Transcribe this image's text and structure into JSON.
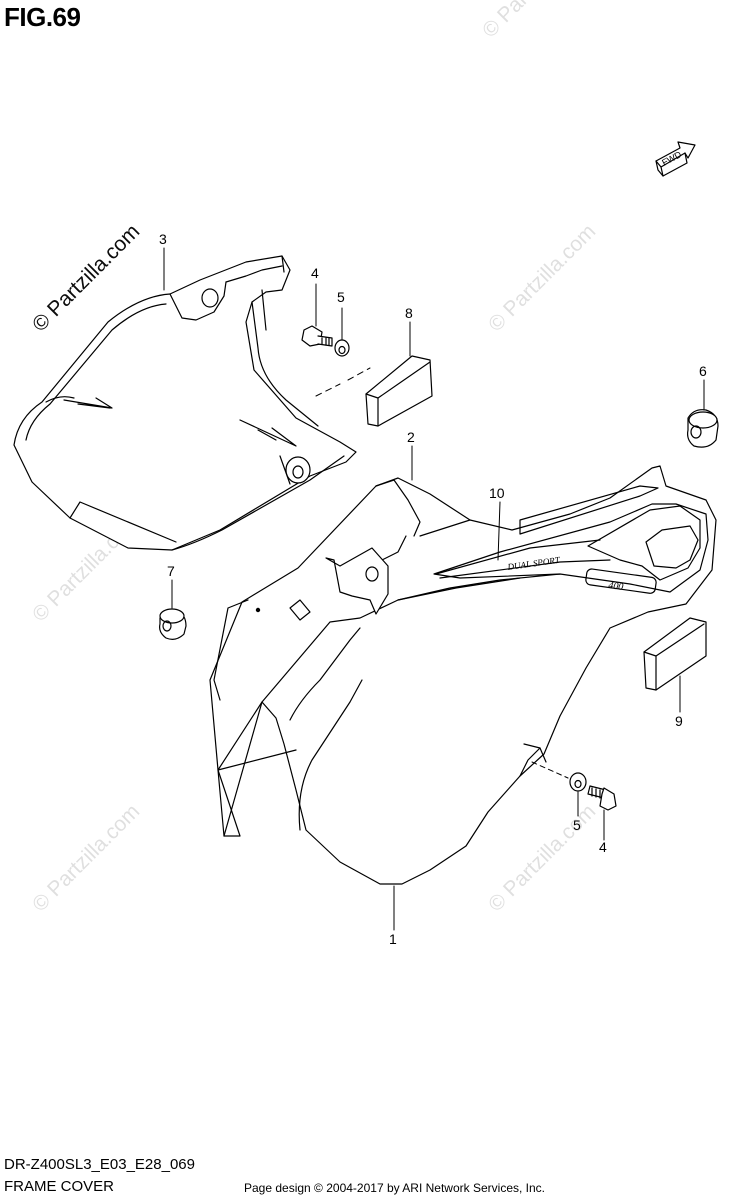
{
  "figure": {
    "title": "FIG.69"
  },
  "watermark": {
    "text": "© Partzilla.com"
  },
  "fwd_label": "FWD",
  "callouts": [
    "1",
    "2",
    "3",
    "4",
    "5",
    "6",
    "7",
    "8",
    "9",
    "10",
    "4",
    "5"
  ],
  "decal": {
    "text_1": "DUAL SPORT",
    "text_2": "400"
  },
  "footer": {
    "model_code": "DR-Z400SL3_E03_E28_069",
    "diagram_name": "FRAME COVER",
    "credit": "Page design © 2004-2017 by ARI Network Services, Inc."
  }
}
